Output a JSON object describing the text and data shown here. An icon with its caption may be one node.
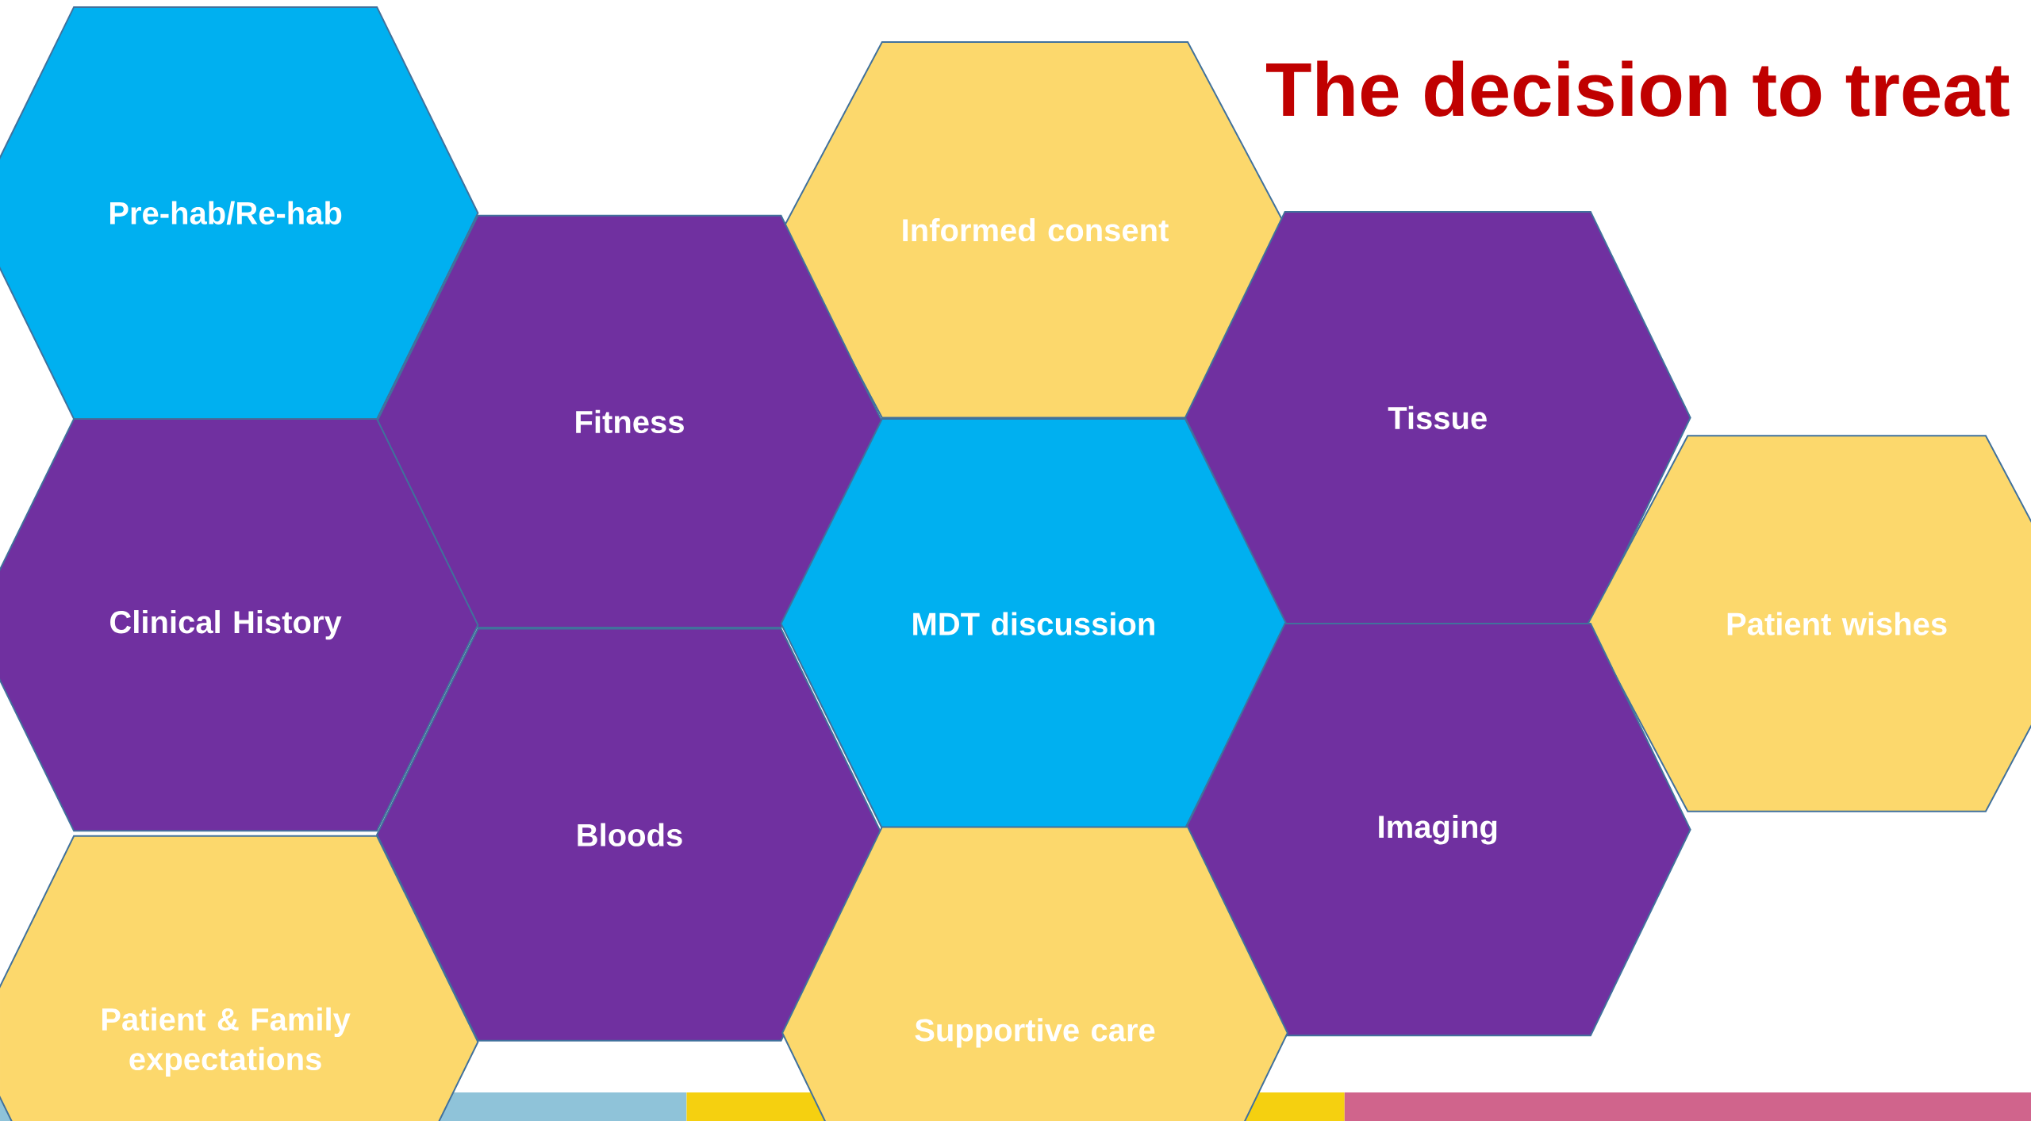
{
  "diagram": {
    "title": "The decision to treat",
    "nodes": [
      {
        "text": [
          "Pre-hab/Re-hab"
        ]
      },
      {
        "text": [
          "Informed consent"
        ]
      },
      {
        "text": [
          "Fitness"
        ]
      },
      {
        "text": [
          "Tissue"
        ]
      },
      {
        "text": [
          "Clinical History"
        ]
      },
      {
        "text": [
          "MDT discussion"
        ]
      },
      {
        "text": [
          "Patient wishes"
        ]
      },
      {
        "text": [
          "Bloods"
        ]
      },
      {
        "text": [
          "Imaging"
        ]
      },
      {
        "text": [
          "Patient & Family expectations"
        ]
      },
      {
        "text": [
          "Supportive care"
        ]
      }
    ]
  }
}
